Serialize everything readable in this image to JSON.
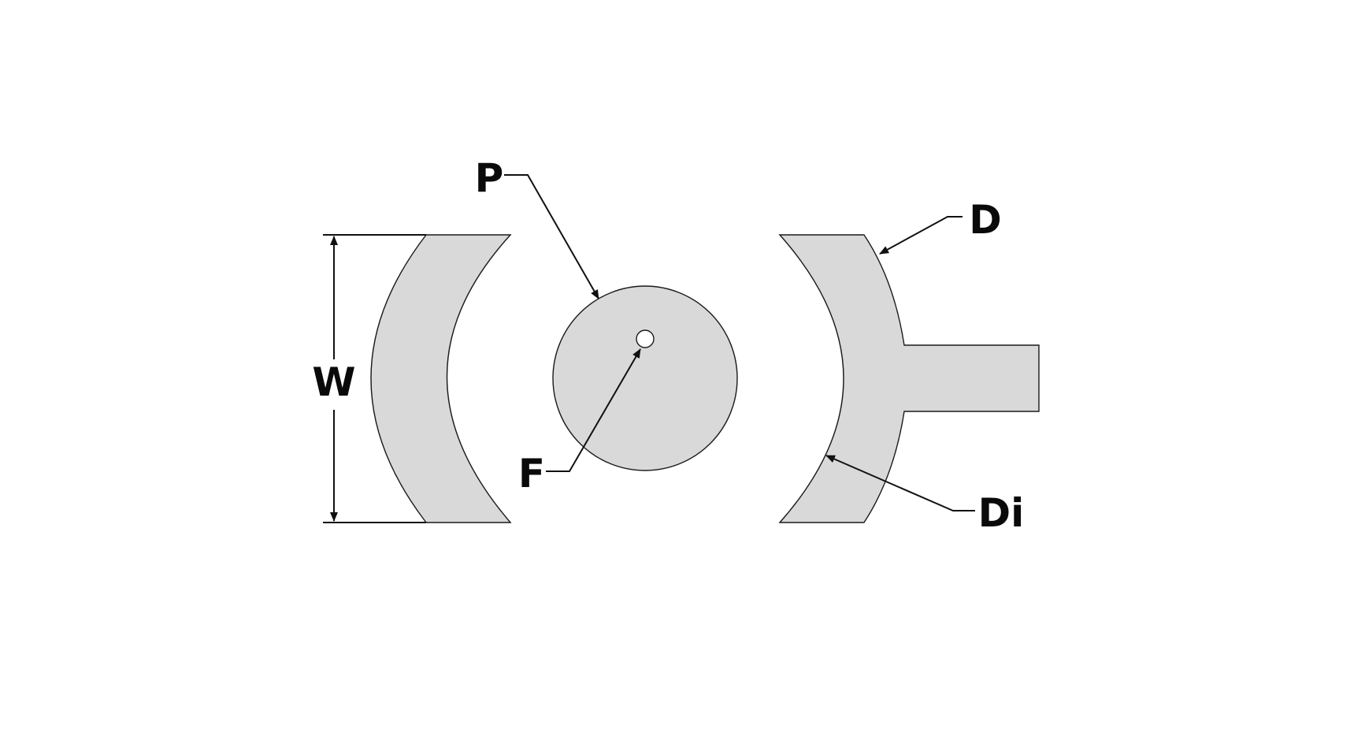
{
  "diagram": {
    "labels": {
      "width": "W",
      "parasitic": "P",
      "feed": "F",
      "driven": "D",
      "driven_inner": "Di"
    },
    "colors": {
      "background": "#ffffff",
      "shape_fill": "#d9d9d9",
      "outline": "#1a1a1a",
      "feed_point": "#ffffff"
    }
  }
}
